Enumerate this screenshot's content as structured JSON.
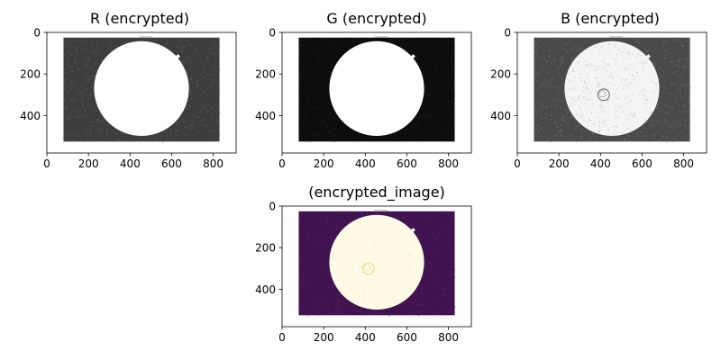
{
  "figure": {
    "background": "#ffffff"
  },
  "chart_data": [
    {
      "type": "image",
      "title": "R (encrypted)",
      "xlim": [
        0,
        910
      ],
      "ylim": [
        0,
        580
      ],
      "xticks": [
        0,
        200,
        400,
        600,
        800
      ],
      "yticks": [
        0,
        200,
        400
      ],
      "colormap": "gray",
      "image_extent": {
        "x": [
          80,
          830
        ],
        "y": [
          25,
          525
        ]
      },
      "circle": {
        "cx": 455,
        "cy": 270,
        "r": 228
      },
      "notch": {
        "x": 630,
        "y": 115
      },
      "header_text": "Superspeed",
      "colors": {
        "frame": "#3d3d3d",
        "disk": "#ffffff",
        "noise": "#6a6a6a"
      }
    },
    {
      "type": "image",
      "title": "G (encrypted)",
      "xlim": [
        0,
        910
      ],
      "ylim": [
        0,
        580
      ],
      "xticks": [
        0,
        200,
        400,
        600,
        800
      ],
      "yticks": [
        0,
        200,
        400
      ],
      "colormap": "gray",
      "image_extent": {
        "x": [
          80,
          830
        ],
        "y": [
          25,
          525
        ]
      },
      "circle": {
        "cx": 455,
        "cy": 270,
        "r": 228
      },
      "notch": {
        "x": 630,
        "y": 115
      },
      "header_text": "Superspeed",
      "colors": {
        "frame": "#0d0d0d",
        "disk": "#ffffff",
        "noise": "#262626"
      }
    },
    {
      "type": "image",
      "title": "B (encrypted)",
      "xlim": [
        0,
        910
      ],
      "ylim": [
        0,
        580
      ],
      "xticks": [
        0,
        200,
        400,
        600,
        800
      ],
      "yticks": [
        0,
        200,
        400
      ],
      "colormap": "gray",
      "image_extent": {
        "x": [
          80,
          830
        ],
        "y": [
          25,
          525
        ]
      },
      "circle": {
        "cx": 455,
        "cy": 270,
        "r": 228
      },
      "notch": {
        "x": 630,
        "y": 115
      },
      "spot": {
        "cx": 415,
        "cy": 300,
        "r": 28
      },
      "header_text": "Superspeed",
      "colors": {
        "frame": "#4a4a4a",
        "disk": "#f4f4f4",
        "noise": "#7c7c7c",
        "texture": "#9a9a9a",
        "spot": "#444444"
      }
    },
    {
      "type": "image",
      "title": "(encrypted_image)",
      "xlim": [
        0,
        910
      ],
      "ylim": [
        0,
        580
      ],
      "xticks": [
        0,
        200,
        400,
        600,
        800
      ],
      "yticks": [
        0,
        200,
        400
      ],
      "colormap": "viridis",
      "image_extent": {
        "x": [
          80,
          830
        ],
        "y": [
          25,
          525
        ]
      },
      "circle": {
        "cx": 455,
        "cy": 270,
        "r": 228
      },
      "notch": {
        "x": 630,
        "y": 115
      },
      "spot": {
        "cx": 415,
        "cy": 300,
        "r": 28
      },
      "header_text": "Superspeed",
      "colors": {
        "frame": "#40124f",
        "disk": "#fffbe6",
        "noise": "#5a2a66",
        "texture": "#ece6b4",
        "spot": "#d8d060"
      }
    }
  ]
}
